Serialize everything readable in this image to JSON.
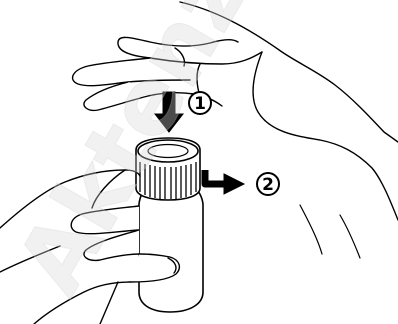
{
  "steps": [
    {
      "number": "1"
    },
    {
      "number": "2"
    }
  ],
  "watermark": {
    "text": "Aktenzia"
  }
}
